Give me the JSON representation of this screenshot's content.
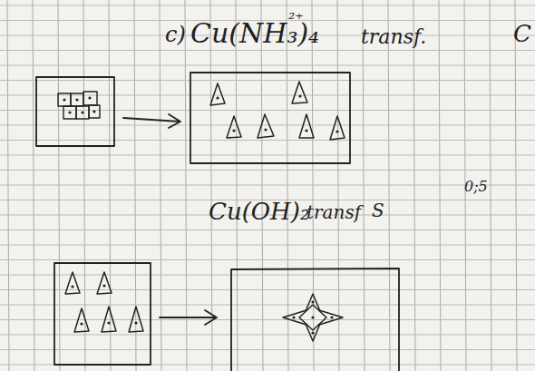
{
  "diagram": {
    "labels": [
      "c)",
      "Cu(NH₃)₄",
      "²⁺",
      "transf.",
      "C",
      "0;5",
      "Cu(OH)₂",
      "transf",
      "S"
    ]
  }
}
